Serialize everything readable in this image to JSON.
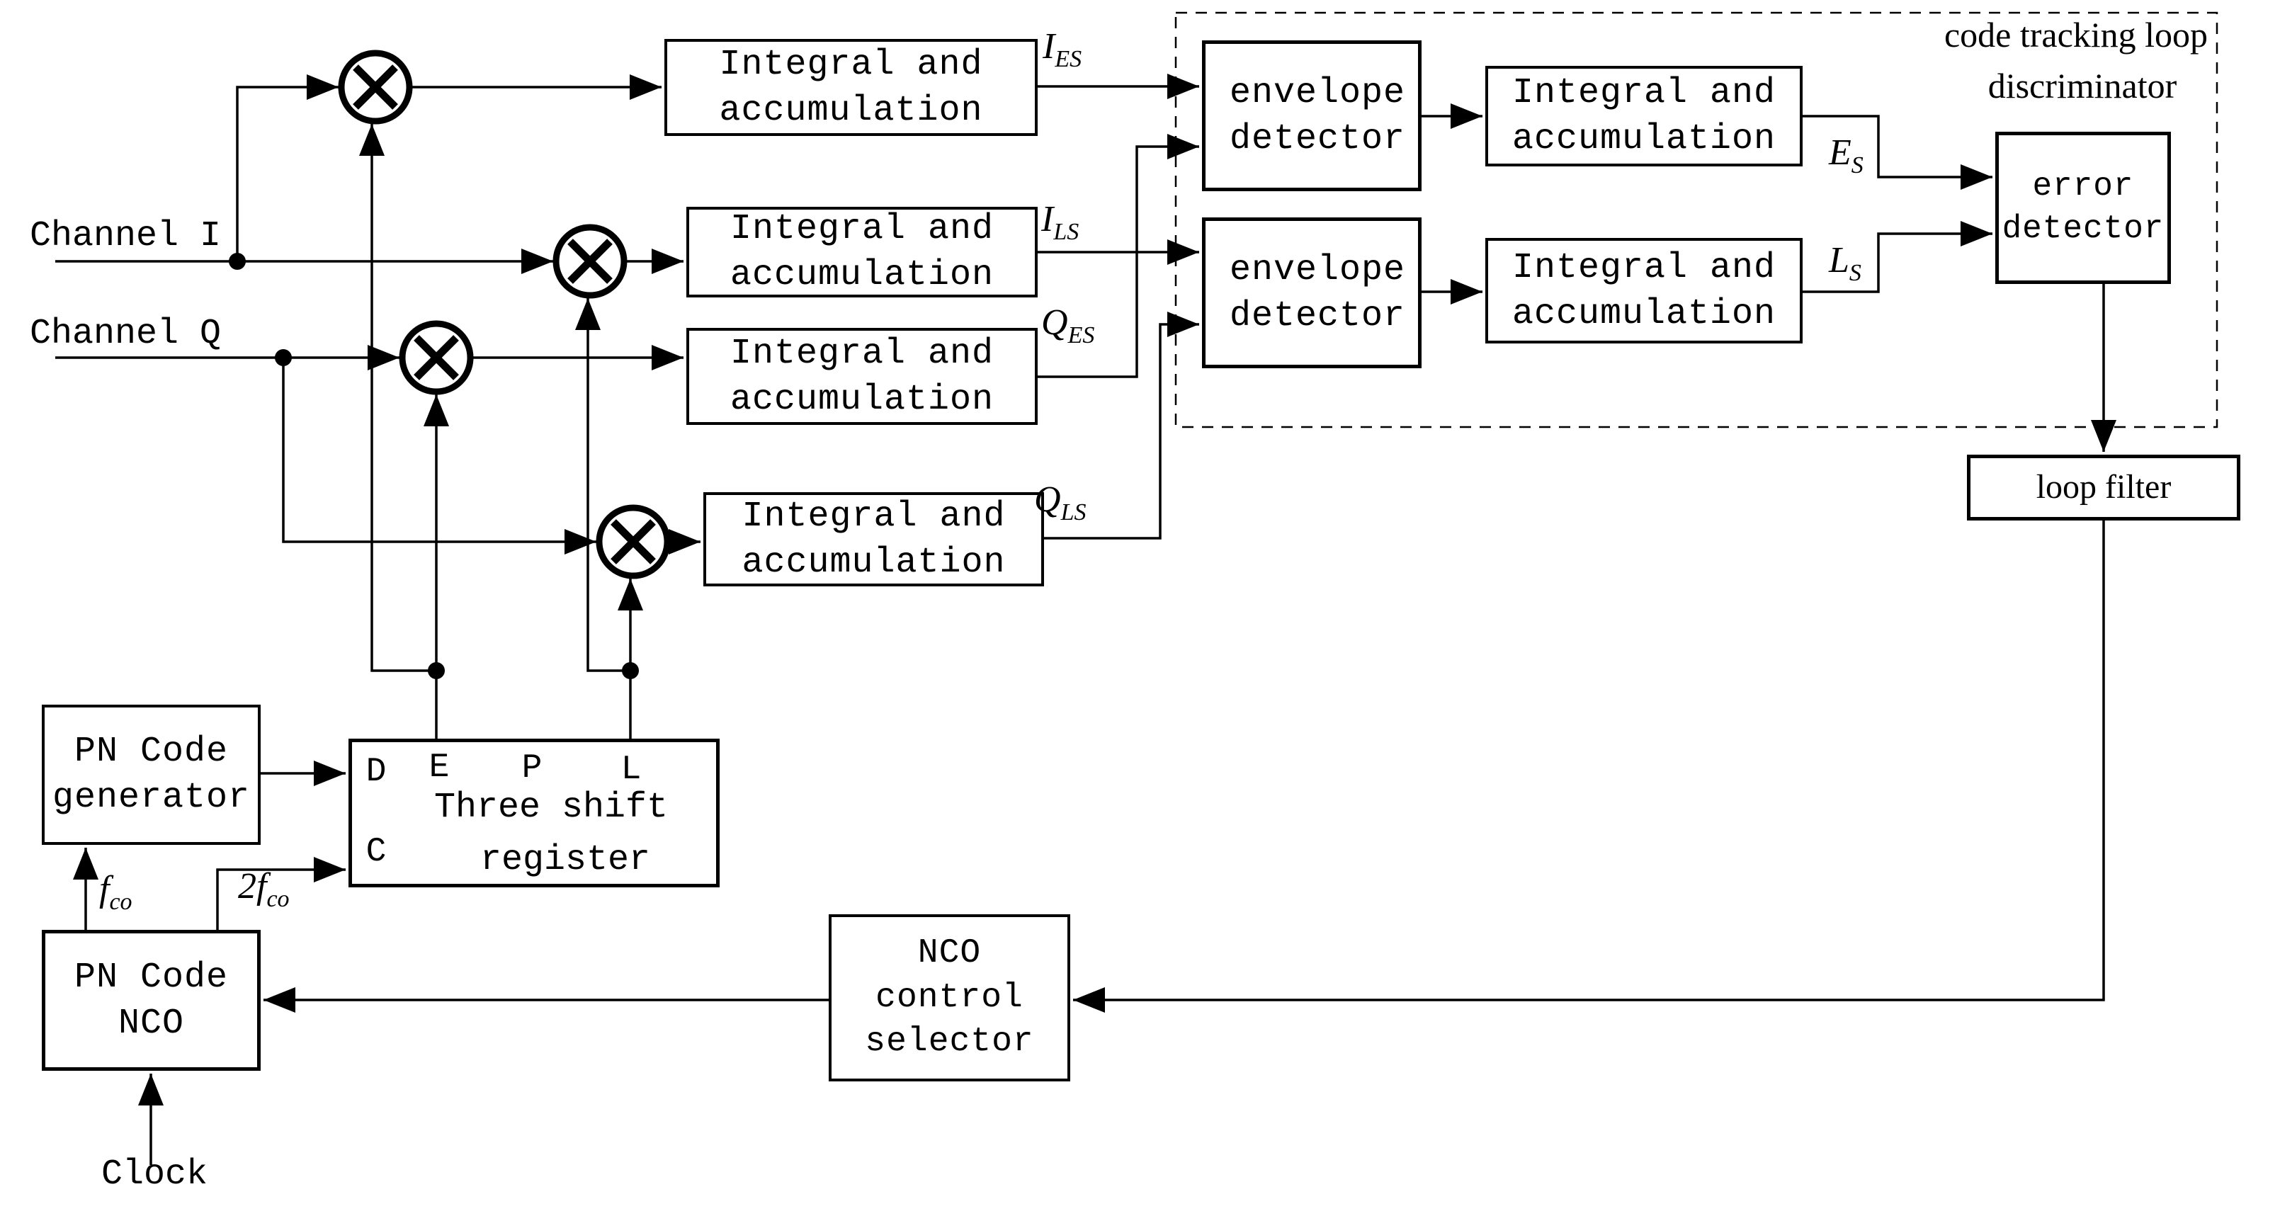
{
  "colors": {
    "ink": "#000000",
    "background": "#ffffff"
  },
  "channels": {
    "i": "Channel I",
    "q": "Channel Q"
  },
  "blocks": {
    "integral": {
      "line1": "Integral and",
      "line2": "accumulation"
    },
    "envelope": {
      "line1": "envelope",
      "line2": "detector"
    },
    "error_detector": {
      "line1": "error",
      "line2": "detector"
    },
    "loop_filter": "loop filter",
    "nco_selector": {
      "line1": "NCO",
      "line2": "control",
      "line3": "selector"
    },
    "shift_register": {
      "line1": "Three shift",
      "line2": "register",
      "ports": {
        "d": "D",
        "e": "E",
        "p": "P",
        "l": "L",
        "c": "C"
      }
    },
    "pn_generator": {
      "line1": "PN Code",
      "line2": "generator"
    },
    "pn_nco": {
      "line1": "PN Code",
      "line2": "NCO"
    }
  },
  "signals": {
    "ies": {
      "main": "I",
      "sub": "ES"
    },
    "ils": {
      "main": "I",
      "sub": "LS"
    },
    "qes": {
      "main": "Q",
      "sub": "ES"
    },
    "qls": {
      "main": "Q",
      "sub": "LS"
    },
    "es": {
      "main": "E",
      "sub": "S"
    },
    "ls": {
      "main": "L",
      "sub": "S"
    },
    "fco": {
      "main": "f",
      "sub": "co"
    },
    "twofco": {
      "main": "2f",
      "sub": "co"
    }
  },
  "annotations": {
    "discriminator_line1": "code tracking loop",
    "discriminator_line2": "discriminator",
    "clock": "Clock"
  }
}
